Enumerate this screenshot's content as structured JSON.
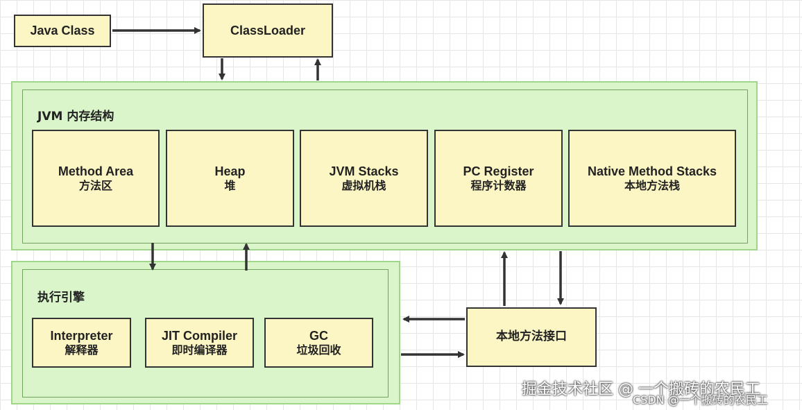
{
  "top": {
    "java_class": "Java Class",
    "class_loader": "ClassLoader"
  },
  "jvm_memory": {
    "title": "JVM 内存结构",
    "areas": [
      {
        "en": "Method Area",
        "zh": "方法区"
      },
      {
        "en": "Heap",
        "zh": "堆"
      },
      {
        "en": "JVM Stacks",
        "zh": "虚拟机栈"
      },
      {
        "en": "PC Register",
        "zh": "程序计数器"
      },
      {
        "en": "Native Method Stacks",
        "zh": "本地方法栈"
      }
    ]
  },
  "execution_engine": {
    "title": "执行引擎",
    "components": [
      {
        "en": "Interpreter",
        "zh": "解释器"
      },
      {
        "en": "JIT Compiler",
        "zh": "即时编译器"
      },
      {
        "en": "GC",
        "zh": "垃圾回收"
      }
    ]
  },
  "native_interface": "本地方法接口",
  "watermarks": {
    "main": "掘金技术社区 @ 一个搬砖的农民工",
    "csdn": "CSDN @一个搬砖的农民工"
  },
  "colors": {
    "box_fill": "#fcf6c4",
    "panel_fill": "#d9f5c9",
    "arrow": "#333333"
  }
}
